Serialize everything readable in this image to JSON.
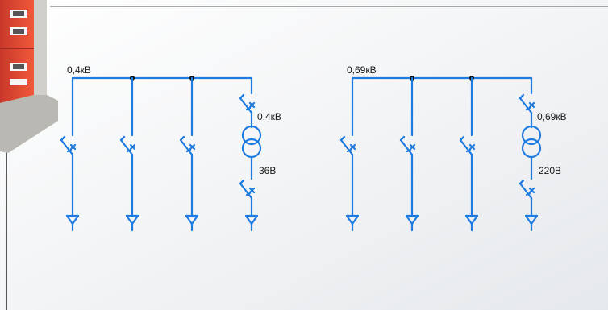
{
  "colors": {
    "wire": "#1e7be0",
    "node": "#111111",
    "label": "#1a1a1a",
    "cabinet": "#e8472a"
  },
  "panels": [
    {
      "bus_label": "0,4кВ",
      "trafo_primary": "0,4кВ",
      "trafo_secondary": "36В"
    },
    {
      "bus_label": "0,69кВ",
      "trafo_primary": "0,69кВ",
      "trafo_secondary": "220В"
    }
  ]
}
